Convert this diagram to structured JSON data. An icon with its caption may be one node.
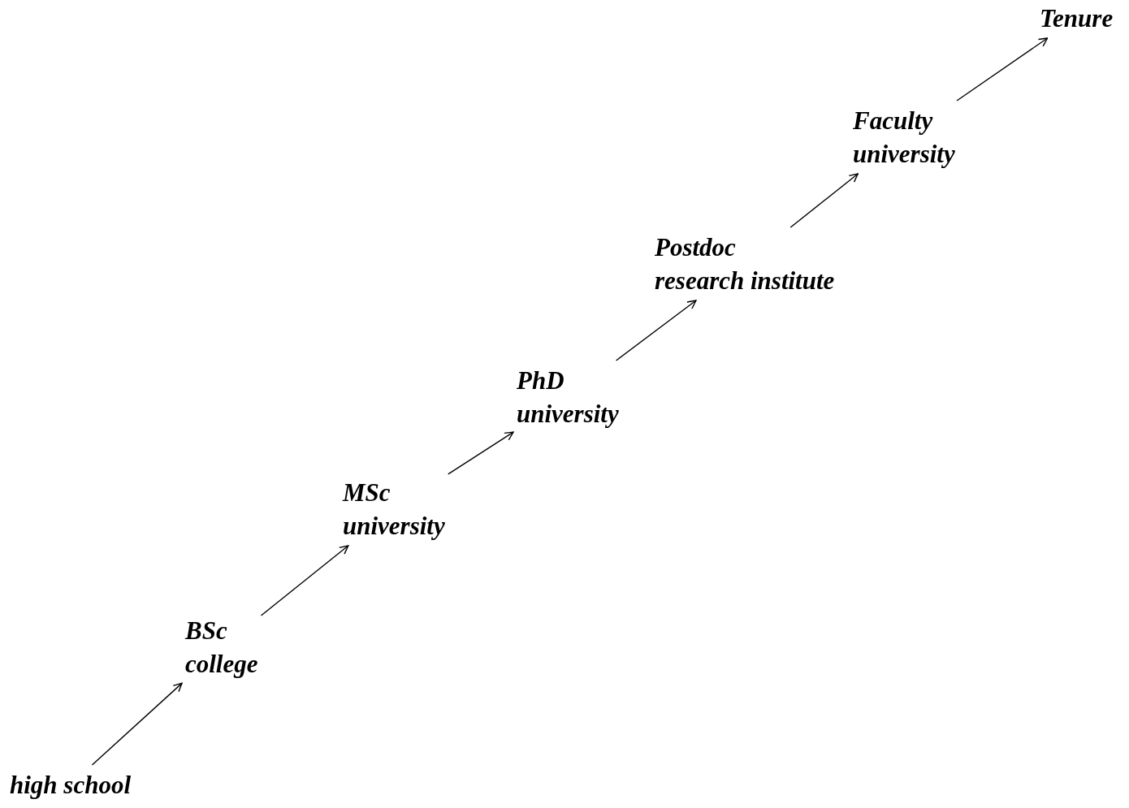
{
  "diagram": {
    "nodes": [
      {
        "text": [
          "high school"
        ]
      },
      {
        "text": [
          "BSc",
          "college"
        ]
      },
      {
        "text": [
          "MSc",
          "university"
        ]
      },
      {
        "text": [
          "PhD",
          "university"
        ]
      },
      {
        "text": [
          "Postdoc",
          "research institute"
        ]
      },
      {
        "text": [
          "Faculty",
          "university"
        ]
      },
      {
        "text": [
          "Tenure"
        ]
      }
    ],
    "edges": [
      {
        "from": 0,
        "to": 1,
        "arrow": "to"
      },
      {
        "from": 1,
        "to": 2,
        "arrow": "to"
      },
      {
        "from": 2,
        "to": 3,
        "arrow": "to"
      },
      {
        "from": 3,
        "to": 4,
        "arrow": "to"
      },
      {
        "from": 4,
        "to": 5,
        "arrow": "to"
      },
      {
        "from": 5,
        "to": 6,
        "arrow": "to"
      }
    ]
  }
}
